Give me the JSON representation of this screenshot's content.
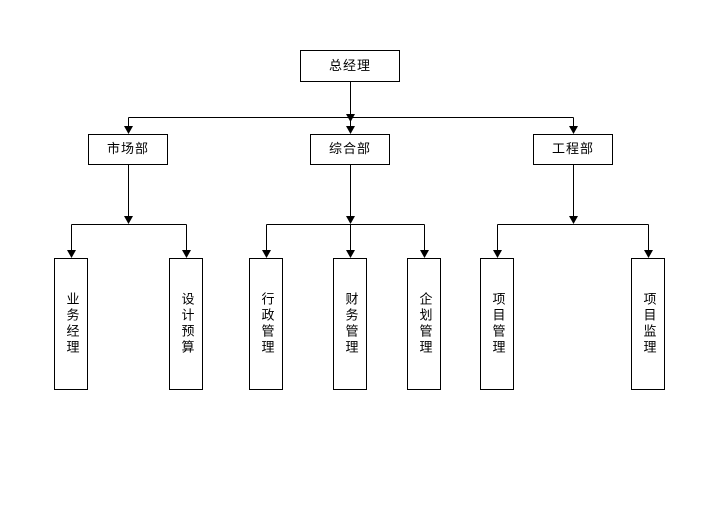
{
  "org": {
    "root": {
      "label": "总经理"
    },
    "departments": [
      {
        "label": "市场部",
        "children": [
          {
            "label": "业务经理"
          },
          {
            "label": "设计预算"
          }
        ]
      },
      {
        "label": "综合部",
        "children": [
          {
            "label": "行政管理"
          },
          {
            "label": "财务管理"
          },
          {
            "label": "企划管理"
          }
        ]
      },
      {
        "label": "工程部",
        "children": [
          {
            "label": "项目管理"
          },
          {
            "label": "项目监理"
          }
        ]
      }
    ]
  },
  "colors": {
    "line": "#000000",
    "box_border": "#000000",
    "text": "#000000",
    "background": "#ffffff"
  }
}
